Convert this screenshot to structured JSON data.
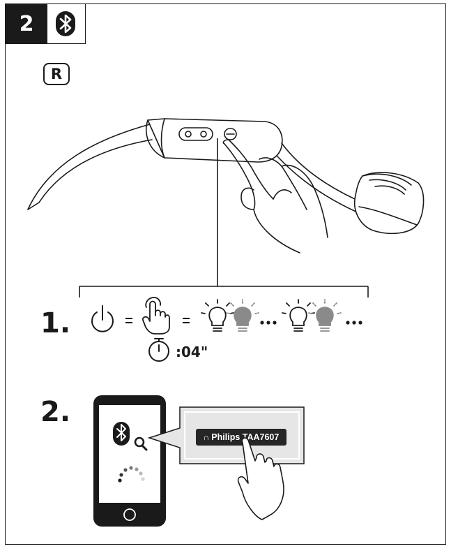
{
  "header": {
    "step_number": "2",
    "icon": "bluetooth-icon"
  },
  "side_badge": "R",
  "step1": {
    "number": "1.",
    "sequence_icons": [
      "power-icon",
      "press-hand-icon",
      "light-on-icon",
      "light-off-icon",
      "light-on-icon",
      "light-off-icon"
    ],
    "equals_sign": "=",
    "ellipsis": "...",
    "duration": "04\"",
    "duration_prefix": ":"
  },
  "step2": {
    "number": "2.",
    "device_name": "Philips TAA7607",
    "device_icon": "headphones-icon",
    "phone_icons": [
      "bluetooth-search-icon",
      "loading-spinner-icon",
      "home-button-icon"
    ]
  },
  "colors": {
    "ink": "#1a1a1a",
    "grey_bulb": "#8a8a8a",
    "callout_bg": "#e6e6e6"
  }
}
